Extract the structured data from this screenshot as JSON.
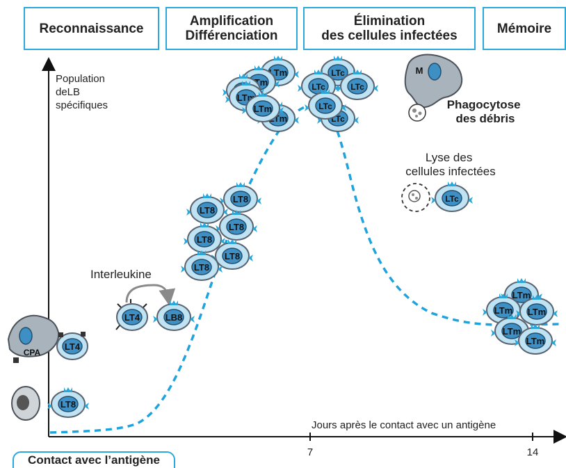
{
  "phases": [
    {
      "label": "Reconnaissance"
    },
    {
      "label": "Amplification\nDifférenciation"
    },
    {
      "label": "Élimination\ndes cellules infectées"
    },
    {
      "label": "Mémoire"
    }
  ],
  "axis": {
    "y_label_lines": [
      "Population",
      "deLB",
      "spécifiques"
    ],
    "x_label": "Jours après le contact avec un antigène",
    "ticks": [
      "7",
      "14"
    ]
  },
  "annotations": {
    "interleukine": "Interleukine",
    "lyse_lines": [
      "Lyse des",
      "cellules infectées"
    ],
    "phagocytose_lines": [
      "Phagocytose",
      "des débris"
    ],
    "contact": "Contact avec l’antigène"
  },
  "cell_labels": {
    "cpa": "CPA",
    "lt4": "LT4",
    "lt8": "LT8",
    "lb8": "LB8",
    "ltm": "LTm",
    "ltc": "LTc",
    "m": "M"
  },
  "colors": {
    "curve": "#1fa3dd",
    "cell_fill": "#bfe3f3",
    "nucleus": "#3d8fc4",
    "gray_cell": "#a9b3bc"
  }
}
